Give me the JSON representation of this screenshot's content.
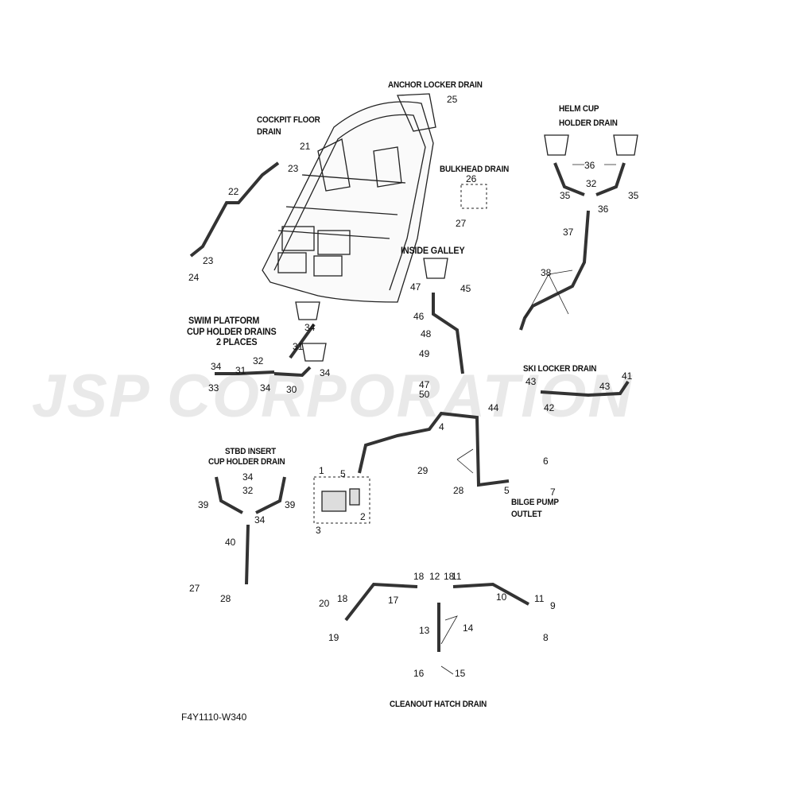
{
  "watermark": "JSP CORPORATION",
  "diagram_code": "F4Y1110-W340",
  "titles": {
    "anchor": "ANCHOR LOCKER DRAIN",
    "cockpit1": "COCKPIT FLOOR",
    "cockpit2": "DRAIN",
    "helm1": "HELM CUP",
    "helm2": "HOLDER DRAIN",
    "bulkhead": "BULKHEAD DRAIN",
    "galley": "INSIDE GALLEY",
    "swim1": "SWIM PLATFORM",
    "swim2": "CUP HOLDER DRAINS",
    "swim3": "2 PLACES",
    "ski": "SKI LOCKER DRAIN",
    "stbd1": "STBD INSERT",
    "stbd2": "CUP HOLDER DRAIN",
    "bilge1": "BILGE PUMP",
    "bilge2": "OUTLET",
    "cleanout": "CLEANOUT HATCH DRAIN"
  },
  "callouts": [
    "25",
    "21",
    "23",
    "22",
    "23",
    "24",
    "26",
    "27",
    "36",
    "32",
    "35",
    "35",
    "36",
    "37",
    "38",
    "47",
    "45",
    "46",
    "34",
    "31",
    "48",
    "49",
    "32",
    "34",
    "31",
    "34",
    "33",
    "34",
    "30",
    "47",
    "50",
    "43",
    "41",
    "43",
    "44",
    "42",
    "4",
    "29",
    "6",
    "5",
    "1",
    "28",
    "5",
    "7",
    "34",
    "32",
    "39",
    "39",
    "34",
    "2",
    "3",
    "40",
    "27",
    "28",
    "18",
    "12",
    "18",
    "11",
    "17",
    "10",
    "20",
    "18",
    "11",
    "9",
    "19",
    "13",
    "14",
    "8",
    "16",
    "15"
  ]
}
